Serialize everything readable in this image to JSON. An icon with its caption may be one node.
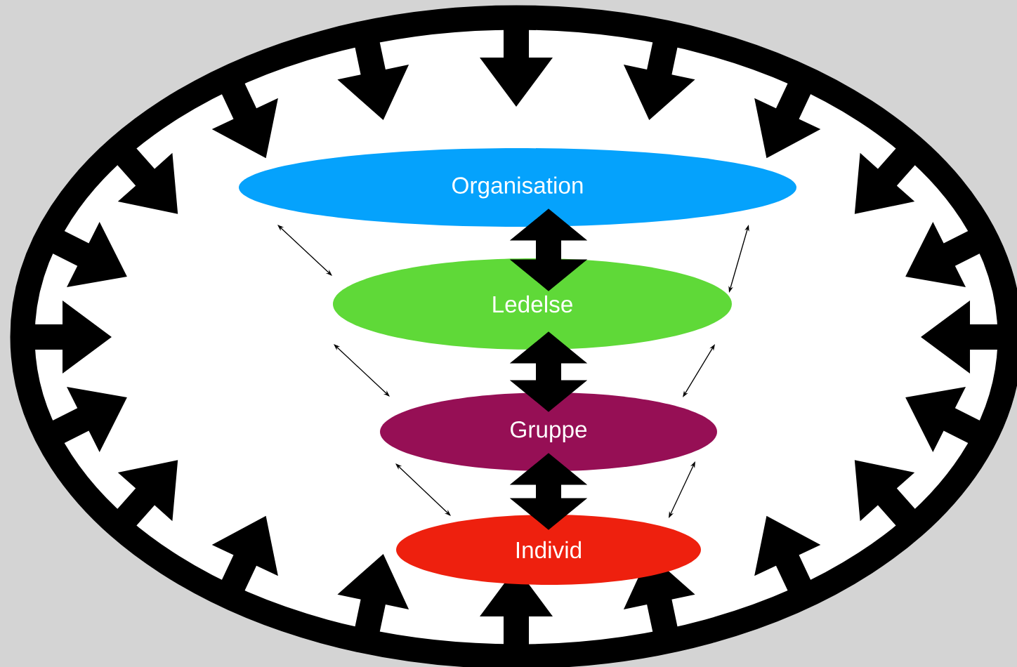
{
  "diagram": {
    "nodes": [
      {
        "text": [
          "Organisation"
        ]
      },
      {
        "text": [
          "Ledelse"
        ]
      },
      {
        "text": [
          "Gruppe"
        ]
      },
      {
        "text": [
          "Individ"
        ]
      }
    ],
    "edges": [
      {
        "from": 0,
        "to": 1,
        "arrow": "both",
        "style": "thick"
      },
      {
        "from": 1,
        "to": 2,
        "arrow": "both",
        "style": "thick"
      },
      {
        "from": 2,
        "to": 3,
        "arrow": "both",
        "style": "thick"
      },
      {
        "from": 0,
        "to": 1,
        "arrow": "both"
      },
      {
        "from": 0,
        "to": 1,
        "arrow": "both"
      },
      {
        "from": 1,
        "to": 2,
        "arrow": "both"
      },
      {
        "from": 1,
        "to": 2,
        "arrow": "both"
      },
      {
        "from": 2,
        "to": 3,
        "arrow": "both"
      },
      {
        "from": 2,
        "to": 3,
        "arrow": "both"
      }
    ]
  }
}
